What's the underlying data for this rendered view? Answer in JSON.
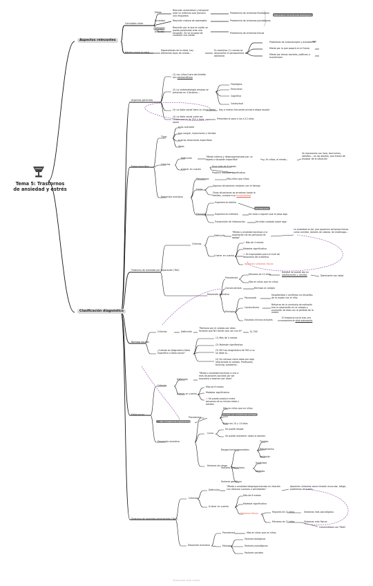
{
  "root": {
    "title": "Tema 5: Trastornos de ansiedad y estrés"
  },
  "branches": {
    "b1": "Aspectos relevantes",
    "b2": "Clasificación diagnóstica"
  },
  "conceptos": {
    "title": "Conceptos clave",
    "miedo": "Miedo",
    "miedo_def": "Reacción automática y temporal ante un estímulo que provoca una respuesta",
    "predom_fisio": "Predominio de síntomas fisiológicos",
    "ansiedad": "Ansiedad",
    "ansiedad_def": "Reacción motora de sobresalto",
    "predom_psico": "Predominio de síntomas psicológicos",
    "angustia": "Angustia",
    "angustia_def": "Reacción por la que el sujeto se queda paralizado ante una situación. Se ve incapaz de controlar una salida",
    "predom_fis": "Predominio de síntomas físicos",
    "mezcla": "Mecanismo de síntomas fisiológicos"
  },
  "miedos": {
    "title": "Miedos según la edad",
    "dep": "Dependiendo de la edad, hay diferentes tipos de miedo...",
    "no_todos": "No todos los miedos son...",
    "evolut": "Es evolutivo (!) cuando se desarrollan el pensamiento abstracto",
    "p1": "Problemas de autoconcepto y autoestima",
    "p2": "Miedo por lo que pasará en el futuro",
    "p3": "Miedo por temas sociales, políticos o económicos"
  },
  "generales": {
    "title": "Aspectos generales",
    "i1a": "(1) Los niños fuera del ámbito son",
    "i1b": "asintomáticos",
    "i2": "(2) La sintomatología ansiosa se presenta en 4 factores...",
    "fis": "Fisiológica",
    "emo": "Emocional",
    "cog": "Cognitiva",
    "con": "Conductual",
    "i3": "(3) La fobia social tiene un inicio tardío",
    "i3r": "Hay a menos frecuente primera etapa escolar",
    "i4": "(4) La fobia social suele ser consecuencia de TAS o fobia social",
    "i4r": "Presentes el poco a los 4-12 años"
  },
  "fobia": {
    "title": "Fobia específica",
    "tipos": "Tipos",
    "t1": "A los animales",
    "t2": "A la sangre, inyecciones y heridas",
    "t3": "A otras situaciones específicas",
    "t4": "Otras",
    "criterios": "Criterios",
    "def": "Definición",
    "def_txt": "\"Miedo intenso y desproporcionado por un objeto o situación específica\"",
    "ninos": "En niños, el miedo...",
    "ninos_r": "Se representa con llora, berrinches, rabietas... es los adultos, que tratan de escapar de la situación",
    "acuenta": "A tener en cuenta",
    "dura": "Dura más de 6 meses",
    "malestar": "Produce malestar significativo",
    "desarrollo": "Desarrollo evolutivo",
    "prev": "Prevalencia",
    "prev_r": "Más niñas que niños",
    "curso": "Curso",
    "c1": "Algunas situaciones mejoran con el tiempo",
    "c2": "Otras situaciones se arrastran hasta la adultez, aunque a su",
    "c2h": "incomodidad",
    "etiologia": "Etiología",
    "e1": "Experiencia directa",
    "e1r": "Predispuesto",
    "e2": "Experiencia indirecta",
    "e2r": "Ha visto a alguien que le pasa algo",
    "e3": "Transmisión de información",
    "e3r": "Ha leído contado sobre algo"
  },
  "tas": {
    "title": "Trastorno de ansiedad por separación (TAS)",
    "criterios": "Criterios",
    "def": "Definición",
    "def_txt": "\"Miedo o ansiedad excesiva a la separación de las personas de apego\"",
    "def_r": "La ansiedad es tal, que aparecen síntomas físicos como vomitar, dolores de cabeza, de estómago...",
    "acuenta": "A tener en cuenta",
    "mas4": "Más de 4 meses",
    "malestar": "Malestar significativo",
    "inapropiado": "Es inapropiado para el nivel de desarrollo del individuo",
    "aparecen": "Aparecen síntomas físicos",
    "desarrollo": "Desarrollo evolutivo",
    "prevalencia": "Prevalencia",
    "menores": "Menores de 12 años",
    "menores_r": "Aunque se puede dar en adolescentes y adultos",
    "dominante": "Dominante con edad",
    "mas_ninas": "Más en niñas que en niños",
    "consecuencias": "Consecuencias",
    "rechazo": "Rechazo al colegio",
    "etiologia": "Etiología",
    "psicosocial": "Psicosocial",
    "psico_r": "Hospitalidad y conflictos no resueltos de la madre con el niño",
    "conductismo": "Conductismo",
    "cond_r": "Refuerzo de la conducta de evitación tras la separación en el colegio y evolución de ésta con la pérdida de la madre",
    "estudios": "Estudios clínicos actuales",
    "estudios_r": "El trastorno inicia tras una experiencia vital estresante"
  },
  "rechazo": {
    "title": "Rechazo escolar",
    "criterios": "Criterios",
    "def": "Definición",
    "def_txt": "\"Rechazo por el colegio por otros factores que NO tienen que ver con él\"",
    "tas": "Ej. TAS",
    "pregunta": "¿Cuándo se diagnostica fobia específica o fobia social?",
    "q1": "(1) Más de 4 meses",
    "q2": "(2) Malestar significativo",
    "q3": "(3) NO hay diagnóstico de TAS o no se debe la...",
    "q4": "(4) Se rechaza viene dado por algo relacionado al colegio. Profesores, bullying, academia..."
  },
  "fsocial": {
    "title": "Fobia social",
    "criterios": "Criterios",
    "def": "Definición",
    "def_txt": "\"Miedo o ansiedad excesiva a una o más situaciones sociales por ser expuesto o examen por otros\"",
    "acuenta": "A tener en cuenta",
    "mas6": "Más de 6 meses",
    "malestar": "Malestar significativo",
    "adultos": "Se puede producir entre personas de su misma edad y adultos",
    "desarrollo": "Desarrollo evolutivo",
    "prevalencia": "Prevalencia",
    "p1": "Más en niñas que en niños",
    "p2": "Ocurre con condiciones sociales de conductas o desarrollar",
    "p3": "Entre los 10 y 13 años",
    "p_warn": "NO correlaciona negativamente con el rendimiento académico",
    "curso": "Curso",
    "c1": "Se puede disipar",
    "c2": "Se puede mantener hasta la adultez",
    "factores": "Factores de riesgo",
    "rasgos": "Rasgos temperamentales",
    "timidez": "Timidez",
    "retraimiento": "Retraimiento",
    "inhibicion": "Inhibición",
    "ambientales": "Factores ambientales",
    "hostilidad": "Hostilidad",
    "maltrato": "Maltrato",
    "geneticos": "Factores genéticos"
  },
  "tag": {
    "title": "Trastorno de ansiedad generalizada (TAG)",
    "criterios": "Criterios",
    "def": "Definición",
    "def_txt": "\"Miedo o ansiedad desproporcionada en relación con diversos sucesos o actividades\"",
    "def_r": "Aparecen síntomas como tensión muscular, fatiga, problemas de sueño...",
    "acuenta": "A tener en cuenta",
    "mas6": "Más de 6 meses",
    "malestar": "Malestar significativo",
    "fisicos": "Síntomas físicos",
    "mayores": "Mayores de 12 años",
    "mayores_r": "Síntomas más psicológicos",
    "menores": "Menores de 12 años",
    "menores_r": "Síntomas más físicos",
    "comorb": "Comorbilidad con TDAH",
    "desarrollo": "Desarrollo evolutivo",
    "prevalencia": "Prevalencia",
    "prev_r": "Más en niñas que en niños",
    "etiologia": "Etiología",
    "e1": "Factores biológicos",
    "e2": "Factores psicológicos",
    "e3": "Factores sociales"
  },
  "footer": {
    "text": "Presented with xmind"
  }
}
